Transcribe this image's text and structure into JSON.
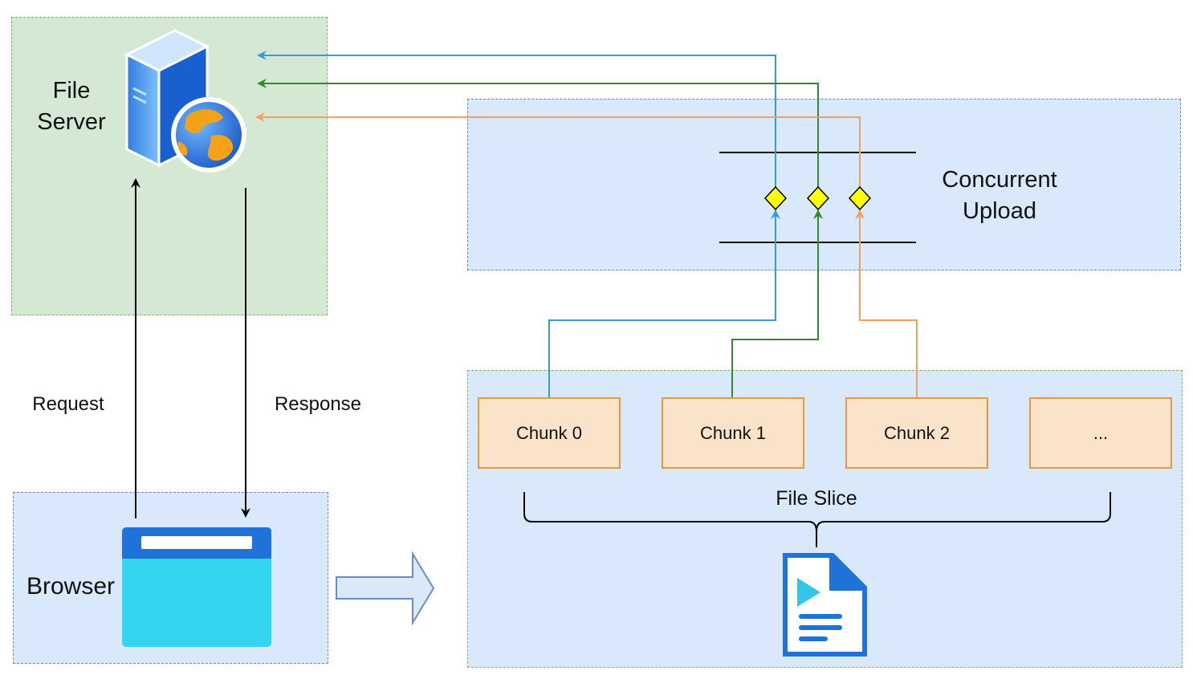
{
  "file_server": {
    "label_line1": "File",
    "label_line2": "Server"
  },
  "browser": {
    "label": "Browser"
  },
  "request_label": "Request",
  "response_label": "Response",
  "concurrent_upload": {
    "label_line1": "Concurrent",
    "label_line2": "Upload"
  },
  "chunks": [
    {
      "label": "Chunk 0",
      "color": "#3a9ad9"
    },
    {
      "label": "Chunk 1",
      "color": "#2e8b2e"
    },
    {
      "label": "Chunk 2",
      "color": "#f5a05a"
    },
    {
      "label": "..."
    }
  ],
  "file_slice_label": "File Slice",
  "colors": {
    "server_region_fill": "#d5e8d4",
    "blue_region_fill": "#dae8fc",
    "chunk_fill": "#fbe3c9",
    "chunk_border": "#e39a40",
    "gate_fill": "#ffff00"
  }
}
